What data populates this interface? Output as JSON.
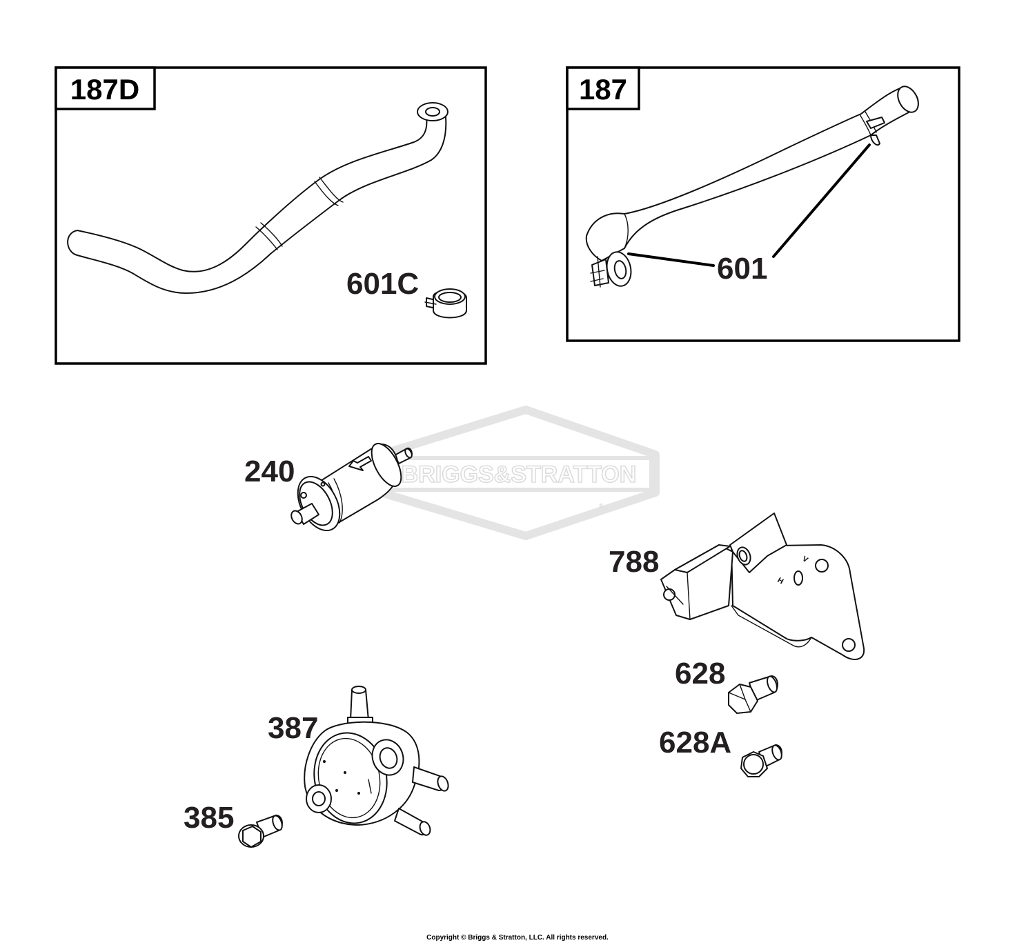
{
  "insets": [
    {
      "id": "187D",
      "label": "187D",
      "parts": [
        "601C"
      ]
    },
    {
      "id": "187",
      "label": "187",
      "parts": [
        "601"
      ]
    }
  ],
  "callouts": {
    "c601C": "601C",
    "c601": "601",
    "c240": "240",
    "c788": "788",
    "c628": "628",
    "c628A": "628A",
    "c387": "387",
    "c385": "385"
  },
  "watermark": {
    "brand": "BRIGGS&STRATTON",
    "color": "#e6e6e6"
  },
  "copyright": "Copyright © Briggs & Stratton, LLC. All rights reserved."
}
